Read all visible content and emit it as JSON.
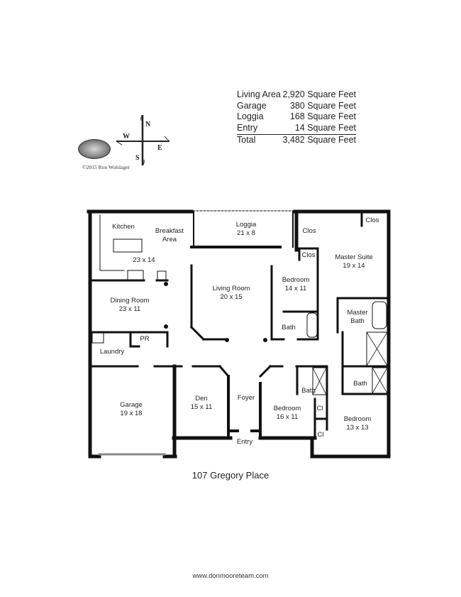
{
  "area_summary": {
    "rows": [
      {
        "label": "Living Area",
        "value": "2,920 Square Feet"
      },
      {
        "label": "Garage",
        "value": "380 Square Feet"
      },
      {
        "label": "Loggia",
        "value": "168 Square Feet"
      },
      {
        "label": "Entry",
        "value": "14 Square Feet"
      }
    ],
    "total": {
      "label": "Total",
      "value": "3,482 Square Feet"
    }
  },
  "compass": {
    "north": "N",
    "south": "S",
    "east": "E",
    "west": "W"
  },
  "copyright": "©2015 Ron Wolslager",
  "rooms": [
    {
      "name": "Kitchen",
      "dims": ""
    },
    {
      "name": "Breakfast",
      "dims": "Area"
    },
    {
      "name": "",
      "dims": "23  x  14"
    },
    {
      "name": "Loggia",
      "dims": "21  x  8"
    },
    {
      "name": "Clos",
      "dims": ""
    },
    {
      "name": "Clos",
      "dims": ""
    },
    {
      "name": "Clos",
      "dims": ""
    },
    {
      "name": "Master Suite",
      "dims": "19  x  14"
    },
    {
      "name": "Living Room",
      "dims": "20  x  15"
    },
    {
      "name": "Bedroom",
      "dims": "14  x  11"
    },
    {
      "name": "Dining Room",
      "dims": "23  x  11"
    },
    {
      "name": "Bath",
      "dims": ""
    },
    {
      "name": "Master",
      "dims": "Bath"
    },
    {
      "name": "PR",
      "dims": ""
    },
    {
      "name": "Laundry",
      "dims": ""
    },
    {
      "name": "Garage",
      "dims": "19  x  18"
    },
    {
      "name": "Den",
      "dims": "15  x  11"
    },
    {
      "name": "Foyer",
      "dims": ""
    },
    {
      "name": "Bedroom",
      "dims": "16  x  11"
    },
    {
      "name": "Bath",
      "dims": ""
    },
    {
      "name": "Bath",
      "dims": ""
    },
    {
      "name": "Cl",
      "dims": ""
    },
    {
      "name": "Cl",
      "dims": ""
    },
    {
      "name": "Bedroom",
      "dims": "13  x  13"
    },
    {
      "name": "Entry",
      "dims": ""
    }
  ],
  "address": "107 Gregory Place",
  "website": "www.donmooreteam.com"
}
